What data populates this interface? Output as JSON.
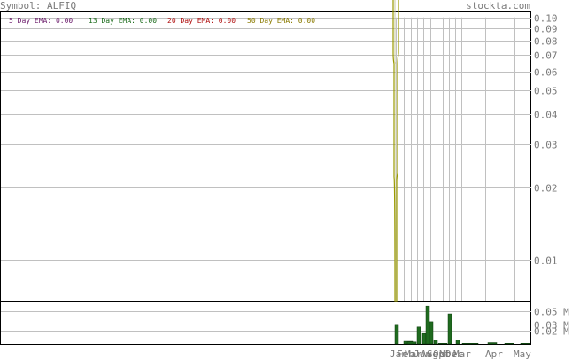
{
  "header": {
    "symbol_label": "Symbol: ALFIQ",
    "site": "stockta.com"
  },
  "emas": [
    {
      "label": "5 Day EMA: 0.00",
      "color": "#6a1a6a"
    },
    {
      "label": "13 Day EMA: 0.00",
      "color": "#1a6a1a"
    },
    {
      "label": "20 Day EMA: 0.00",
      "color": "#b01010"
    },
    {
      "label": "50 Day EMA: 0.00",
      "color": "#8a7a00"
    }
  ],
  "colors": {
    "price_line": "#c8c8a0",
    "ema_line": "#9a9a00",
    "volume_bar": "#1f6a1f",
    "grid": "#c0c0c0",
    "axis_text": "#7a7a7a",
    "border": "#000000"
  },
  "chart_data": [
    {
      "type": "line",
      "title": "Symbol: ALFIQ",
      "y_scale": "log",
      "ylim": [
        0.0068,
        0.105
      ],
      "yticks": [
        0.1,
        0.09,
        0.08,
        0.07,
        0.06,
        0.05,
        0.04,
        0.03,
        0.02,
        0.01
      ],
      "ytick_labels": [
        "0.10",
        "0.09",
        "0.08",
        "0.07",
        "0.06",
        "0.05",
        "0.04",
        "0.03",
        "0.02",
        "0.01"
      ],
      "grid": true,
      "series": []
    },
    {
      "type": "bar",
      "ylabel_unit": "M",
      "yticks": [
        0.05,
        0.03,
        0.02
      ],
      "ytick_labels": [
        "0.05 M",
        "0.03 M",
        "0.02 M"
      ],
      "ylim": [
        0,
        0.065
      ],
      "x_labels": [
        "Jan",
        "Feb",
        "Mar",
        "Jun",
        "Aug",
        "Sep",
        "Oct",
        "Nov",
        "Dec",
        "Mar",
        "Apr",
        "May"
      ],
      "values": [
        0.03,
        0.004,
        0.003,
        0.026,
        0.016,
        0.058,
        0.034,
        0.006,
        0.001,
        0.046,
        0.006,
        0.001,
        0.001,
        0.002,
        0.001,
        0.001
      ]
    }
  ]
}
